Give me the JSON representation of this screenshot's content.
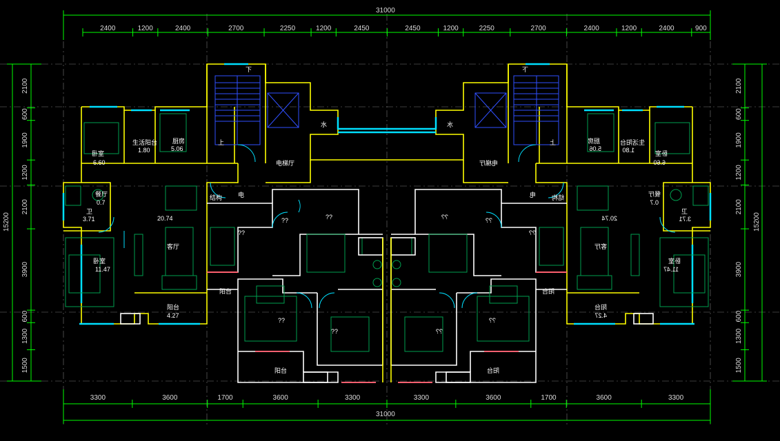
{
  "dimensions": {
    "top_total": "31000",
    "top_segments": [
      "2400",
      "1200",
      "2400",
      "2700",
      "2250",
      "1200",
      "2450",
      "2450",
      "1200",
      "2250",
      "2700",
      "2400",
      "1200",
      "2400",
      "900"
    ],
    "bottom_total": "31000",
    "bottom_segments": [
      "3300",
      "3600",
      "1700",
      "3600",
      "3300",
      "3300",
      "3600",
      "1700",
      "3600",
      "3300"
    ],
    "left_total": "15200",
    "left_segments": [
      "2100",
      "600",
      "1900",
      "1200",
      "2100",
      "3900",
      "600",
      "1300",
      "1500"
    ],
    "right_total": "15200",
    "right_segments": [
      "2100",
      "600",
      "1900",
      "1200",
      "2100",
      "3900",
      "600",
      "1300",
      "1500"
    ]
  },
  "rooms_left": {
    "bedroom_top": "卧室",
    "bedroom_top_area": "6.60",
    "service_balcony": "生活阳台",
    "service_balcony_area": "1.80",
    "kitchen": "厨房",
    "kitchen_area": "5.06",
    "dining": "餐厅",
    "dining_area": "0.7",
    "bath": "卫",
    "bath_area": "3.71",
    "living_area_val": "20.74",
    "living": "客厅",
    "bedroom_main": "卧室",
    "bedroom_main_area": "11.47",
    "balcony": "阳台",
    "balcony_area": "4.27",
    "elevator_hall": "电梯厅",
    "stair_up": "上",
    "stair_down": "下",
    "water": "水",
    "shaft": "结构",
    "electric": "电",
    "balcony_inner": "阳台",
    "balcony_bottom": "阳台",
    "q1": "??",
    "q2": "??",
    "q3": "??",
    "q4": "??",
    "q5": "??"
  },
  "rooms_right": {
    "bedroom_top": "卧室",
    "bedroom_top_area": "6.60",
    "service_balcony": "生活阳台",
    "service_balcony_area": "1.80",
    "kitchen": "厨房",
    "kitchen_area": "5.06",
    "dining": "餐厅",
    "dining_area": "0.7",
    "bath": "卫",
    "bath_area": "3.71",
    "living_area_val": "20.74",
    "living": "客厅",
    "bedroom_main": "卧室",
    "bedroom_main_area": "11.47",
    "balcony": "阳台",
    "balcony_area": "4.27",
    "elevator_hall": "电梯厅",
    "stair_up": "上",
    "stair_down": "下",
    "water": "水",
    "shaft": "结构",
    "electric": "电",
    "balcony_inner": "阳台",
    "balcony_bottom": "阳台",
    "q1": "??",
    "q2": "??",
    "q3": "??",
    "q4": "??",
    "q5": "??"
  },
  "colors": {
    "background": "#000000",
    "dimension": "#00ff00",
    "wall": "#ffff00",
    "wall_white": "#ffffff",
    "furniture": "#00a050",
    "window": "#00e0ff",
    "stair": "#3050ff"
  }
}
